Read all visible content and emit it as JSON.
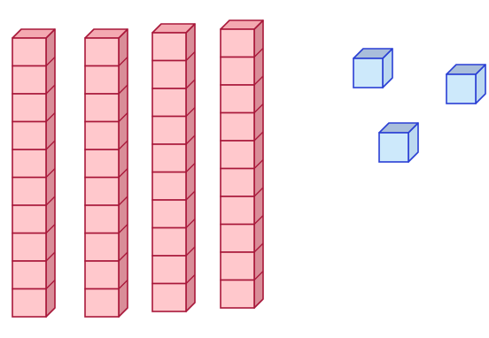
{
  "base_ten_blocks": {
    "tens_rods": {
      "count": 4,
      "units_per_rod": 10
    },
    "ones_cubes": {
      "count": 3
    }
  },
  "colors": {
    "rod_front": "#ffc8cc",
    "rod_top": "#f4a9b1",
    "rod_side": "#d98d98",
    "rod_stroke": "#a8183a",
    "cube_front": "#cde9fb",
    "cube_top": "#a9bedb",
    "cube_side": "#bcd9f0",
    "cube_stroke": "#2a3fd4"
  }
}
